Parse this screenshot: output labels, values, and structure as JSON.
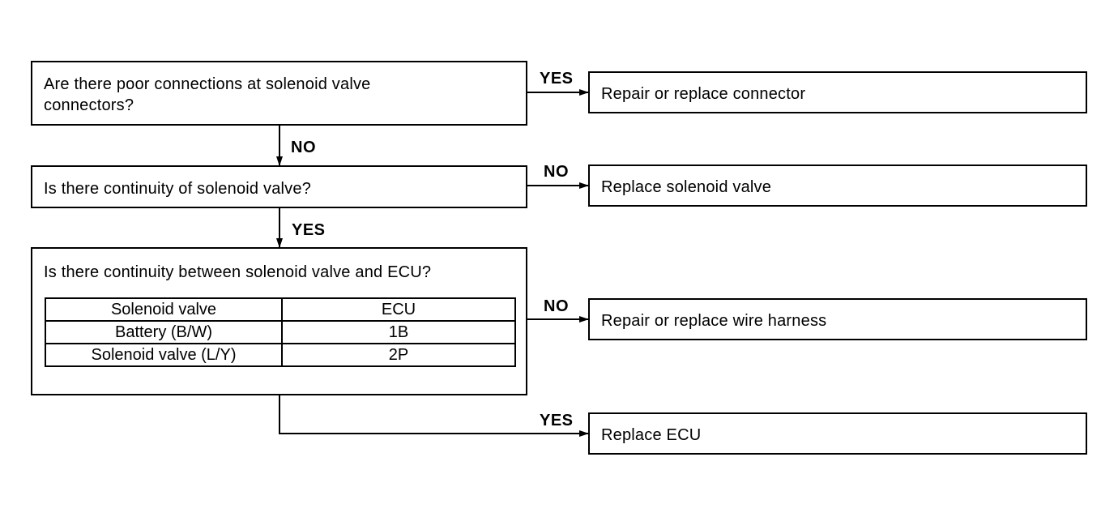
{
  "questions": {
    "q1": "Are there poor connections at solenoid valve connectors?",
    "q2": "Is there continuity of solenoid valve?",
    "q3": "Is there continuity between solenoid valve and ECU?"
  },
  "results": {
    "r1": "Repair or replace connector",
    "r2": "Replace solenoid valve",
    "r3": "Repair or replace wire harness",
    "r4": "Replace ECU"
  },
  "labels": {
    "q1_right": "YES",
    "q1_down": "NO",
    "q2_right": "NO",
    "q2_down": "YES",
    "q3_right": "NO",
    "q3_bottom": "YES"
  },
  "table": {
    "header": [
      "Solenoid valve",
      "ECU"
    ],
    "rows": [
      [
        "Battery (B/W)",
        "1B"
      ],
      [
        "Solenoid valve (L/Y)",
        "2P"
      ]
    ]
  }
}
